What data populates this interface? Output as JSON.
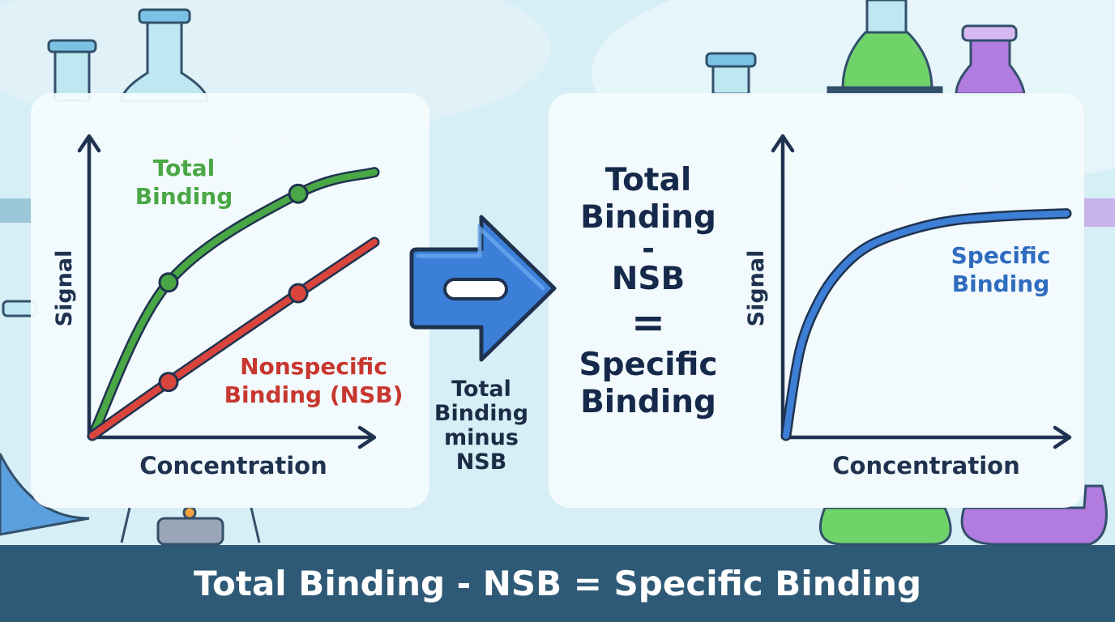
{
  "footer": {
    "equation": "Total Binding - NSB = Specific Binding"
  },
  "arrow": {
    "operator_symbol": "minus",
    "caption_lines": [
      "Total",
      "Binding",
      "minus",
      "NSB"
    ]
  },
  "equation": {
    "lines": [
      "Total",
      "Binding",
      "-",
      "NSB",
      "=",
      "Specific",
      "Binding"
    ]
  },
  "colors": {
    "total": "#4aa745",
    "nsb": "#d9453c",
    "specific": "#3d7fd6",
    "footer": "#2f5a77",
    "panel": "#f4fbfd"
  },
  "chart_data": [
    {
      "type": "line",
      "xlabel": "Concentration",
      "ylabel": "Signal",
      "series": [
        {
          "name": "Total Binding",
          "label_lines": [
            "Total",
            "Binding"
          ],
          "x": [
            0,
            0.27,
            0.73,
            1.0
          ],
          "y": [
            0,
            0.57,
            0.9,
            0.98
          ],
          "markers": [
            1,
            2
          ]
        },
        {
          "name": "Nonspecific Binding (NSB)",
          "label_lines": [
            "Nonspecific",
            "Binding (NSB)"
          ],
          "x": [
            0,
            0.27,
            0.73,
            1.0
          ],
          "y": [
            0,
            0.2,
            0.53,
            0.72
          ],
          "markers": [
            1,
            2
          ]
        }
      ]
    },
    {
      "type": "line",
      "xlabel": "Concentration",
      "ylabel": "Signal",
      "series": [
        {
          "name": "Specific Binding",
          "label_lines": [
            "Specific",
            "Binding"
          ],
          "x": [
            0,
            0.05,
            0.12,
            0.2,
            0.3,
            0.45,
            0.6,
            0.8,
            1.0
          ],
          "y": [
            0,
            0.38,
            0.6,
            0.74,
            0.84,
            0.91,
            0.95,
            0.97,
            0.98
          ],
          "markers": []
        }
      ]
    }
  ]
}
